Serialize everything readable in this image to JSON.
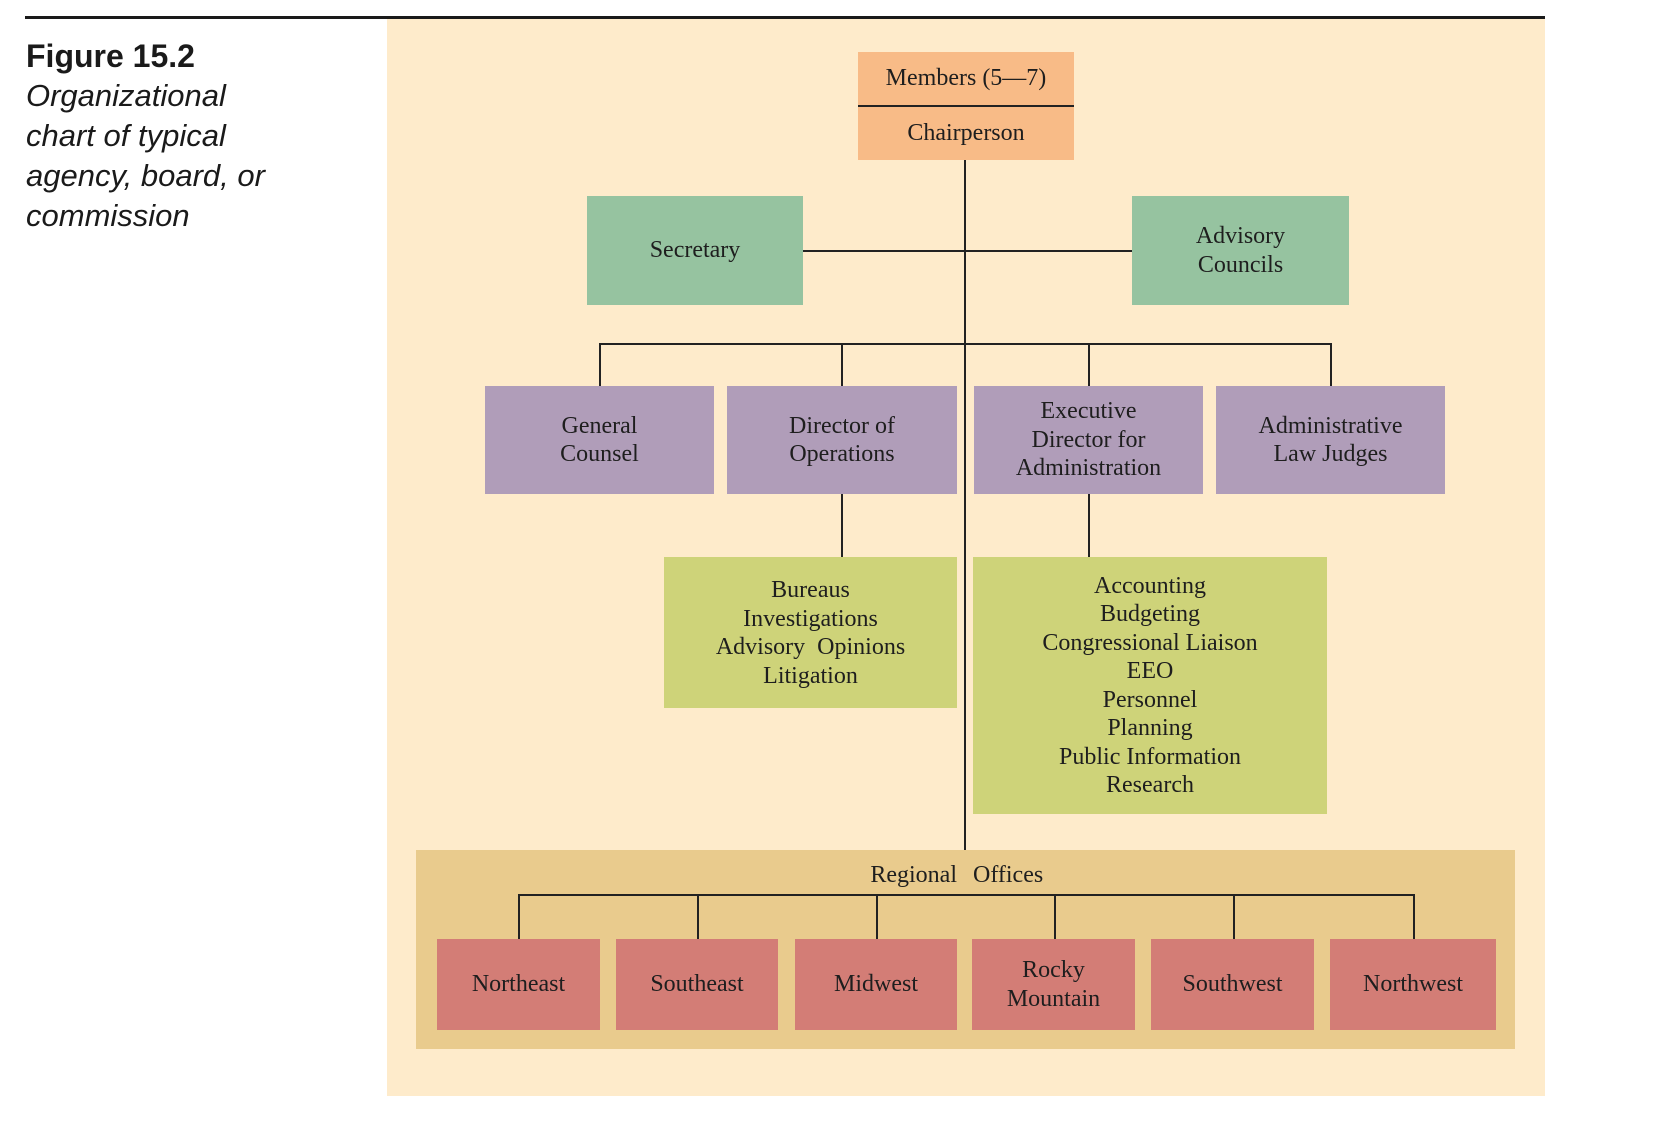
{
  "caption": {
    "figure_label": "Figure 15.2",
    "description_lines": [
      "Organizational",
      "chart of typical",
      "agency, board, or",
      "commission"
    ]
  },
  "top": {
    "members": "Members (5—7)",
    "chairperson": "Chairperson"
  },
  "staff": {
    "secretary": "Secretary",
    "advisory_councils": [
      "Advisory",
      "Councils"
    ]
  },
  "directors": [
    {
      "id": "general-counsel",
      "lines": [
        "General",
        "Counsel"
      ]
    },
    {
      "id": "director-of-operations",
      "lines": [
        "Director of",
        "Operations"
      ]
    },
    {
      "id": "executive-director",
      "lines": [
        "Executive",
        "Director for",
        "Administration"
      ]
    },
    {
      "id": "administrative-law-judges",
      "lines": [
        "Administrative",
        "Law Judges"
      ]
    }
  ],
  "operations_units": [
    "Bureaus",
    "Investigations",
    "Advisory  Opinions",
    "Litigation"
  ],
  "administration_units": [
    "Accounting",
    "Budgeting",
    "Congressional Liaison",
    "EEO",
    "Personnel",
    "Planning",
    "Public Information",
    "Research"
  ],
  "regional": {
    "label_left": "Regional",
    "label_right": "Offices",
    "offices": [
      {
        "id": "northeast",
        "lines": [
          "Northeast"
        ]
      },
      {
        "id": "southeast",
        "lines": [
          "Southeast"
        ]
      },
      {
        "id": "midwest",
        "lines": [
          "Midwest"
        ]
      },
      {
        "id": "rocky-mountain",
        "lines": [
          "Rocky",
          "Mountain"
        ]
      },
      {
        "id": "southwest",
        "lines": [
          "Southwest"
        ]
      },
      {
        "id": "northwest",
        "lines": [
          "Northwest"
        ]
      }
    ]
  },
  "colors": {
    "leadership": "#f8bb87",
    "staff": "#96c3a0",
    "directors": "#b09db9",
    "units": "#ced379",
    "regional_band": "#e9cb8d",
    "regional_offices": "#d37d76",
    "panel": "#feebcb"
  }
}
